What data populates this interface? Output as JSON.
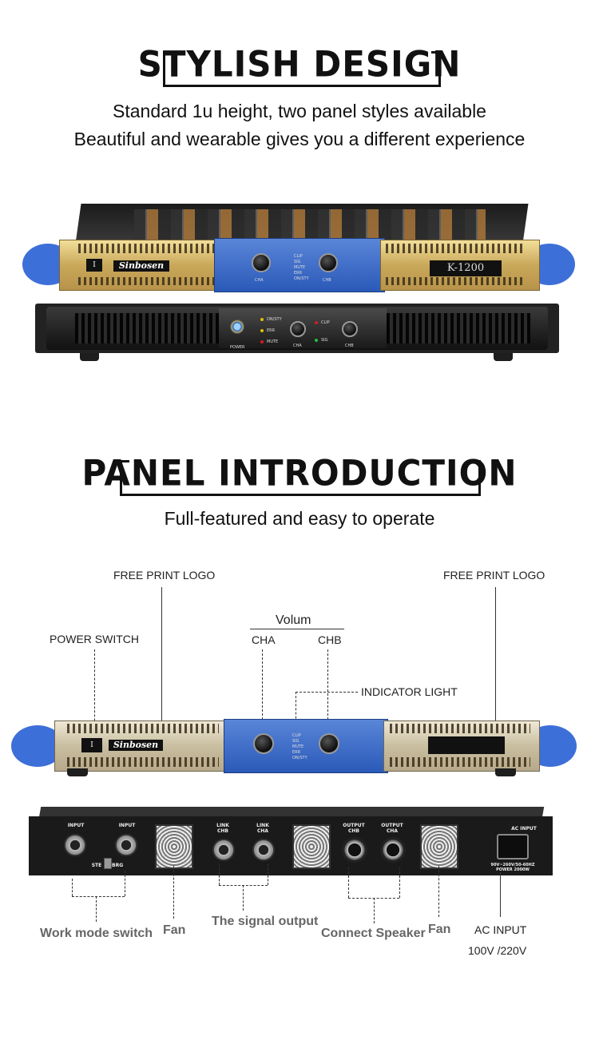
{
  "section1": {
    "title": "STYLISH DESIGN",
    "subtitle_line1": "Standard 1u height, two panel styles available",
    "subtitle_line2": "Beautiful and wearable gives you a different experience"
  },
  "amp_gold": {
    "brand": "Sinbosen",
    "model": "K-1200",
    "knob_a_label": "CHA",
    "knob_b_label": "CHB",
    "indicators": [
      "CLIP",
      "SIG",
      "MUTE",
      "ERR",
      "ON/STY"
    ]
  },
  "amp_black": {
    "power_label": "POWER",
    "leds_left": [
      "ON/STY",
      "ERR",
      "MUTE"
    ],
    "leds_right": [
      "CLIP",
      "SIG"
    ],
    "knob_a_label": "CHA",
    "knob_b_label": "CHB"
  },
  "section2": {
    "title": "PANEL INTRODUCTION",
    "subtitle": "Full-featured and easy to operate"
  },
  "front_callouts": {
    "free_print_logo_left": "FREE PRINT LOGO",
    "free_print_logo_right": "FREE PRINT LOGO",
    "power_switch": "POWER SWITCH",
    "volume": "Volum",
    "cha": "CHA",
    "chb": "CHB",
    "indicator_light": "INDICATOR LIGHT"
  },
  "amp_silver": {
    "brand": "Sinbosen",
    "indicators": [
      "CLIP",
      "SIG",
      "MUTE",
      "ERR",
      "ON/STY"
    ]
  },
  "rear_panel": {
    "input_left": "INPUT",
    "input_right": "INPUT",
    "link_chb": "LINK\nCHB",
    "link_cha": "LINK\nCHA",
    "output_chb": "OUTPUT\nCHB",
    "output_cha": "OUTPUT\nCHA",
    "ac_input": "AC INPUT",
    "mode_ste": "STE",
    "mode_brg": "BRG",
    "power_rating": "90V~260V/50-60HZ\nPOWER 2000W"
  },
  "rear_callouts": {
    "work_mode_switch": "Work mode switch",
    "fan_left": "Fan",
    "signal_output": "The signal output",
    "connect_speaker": "Connect Speaker",
    "fan_right": "Fan",
    "ac_input": "AC INPUT",
    "voltage": "100V /220V"
  }
}
